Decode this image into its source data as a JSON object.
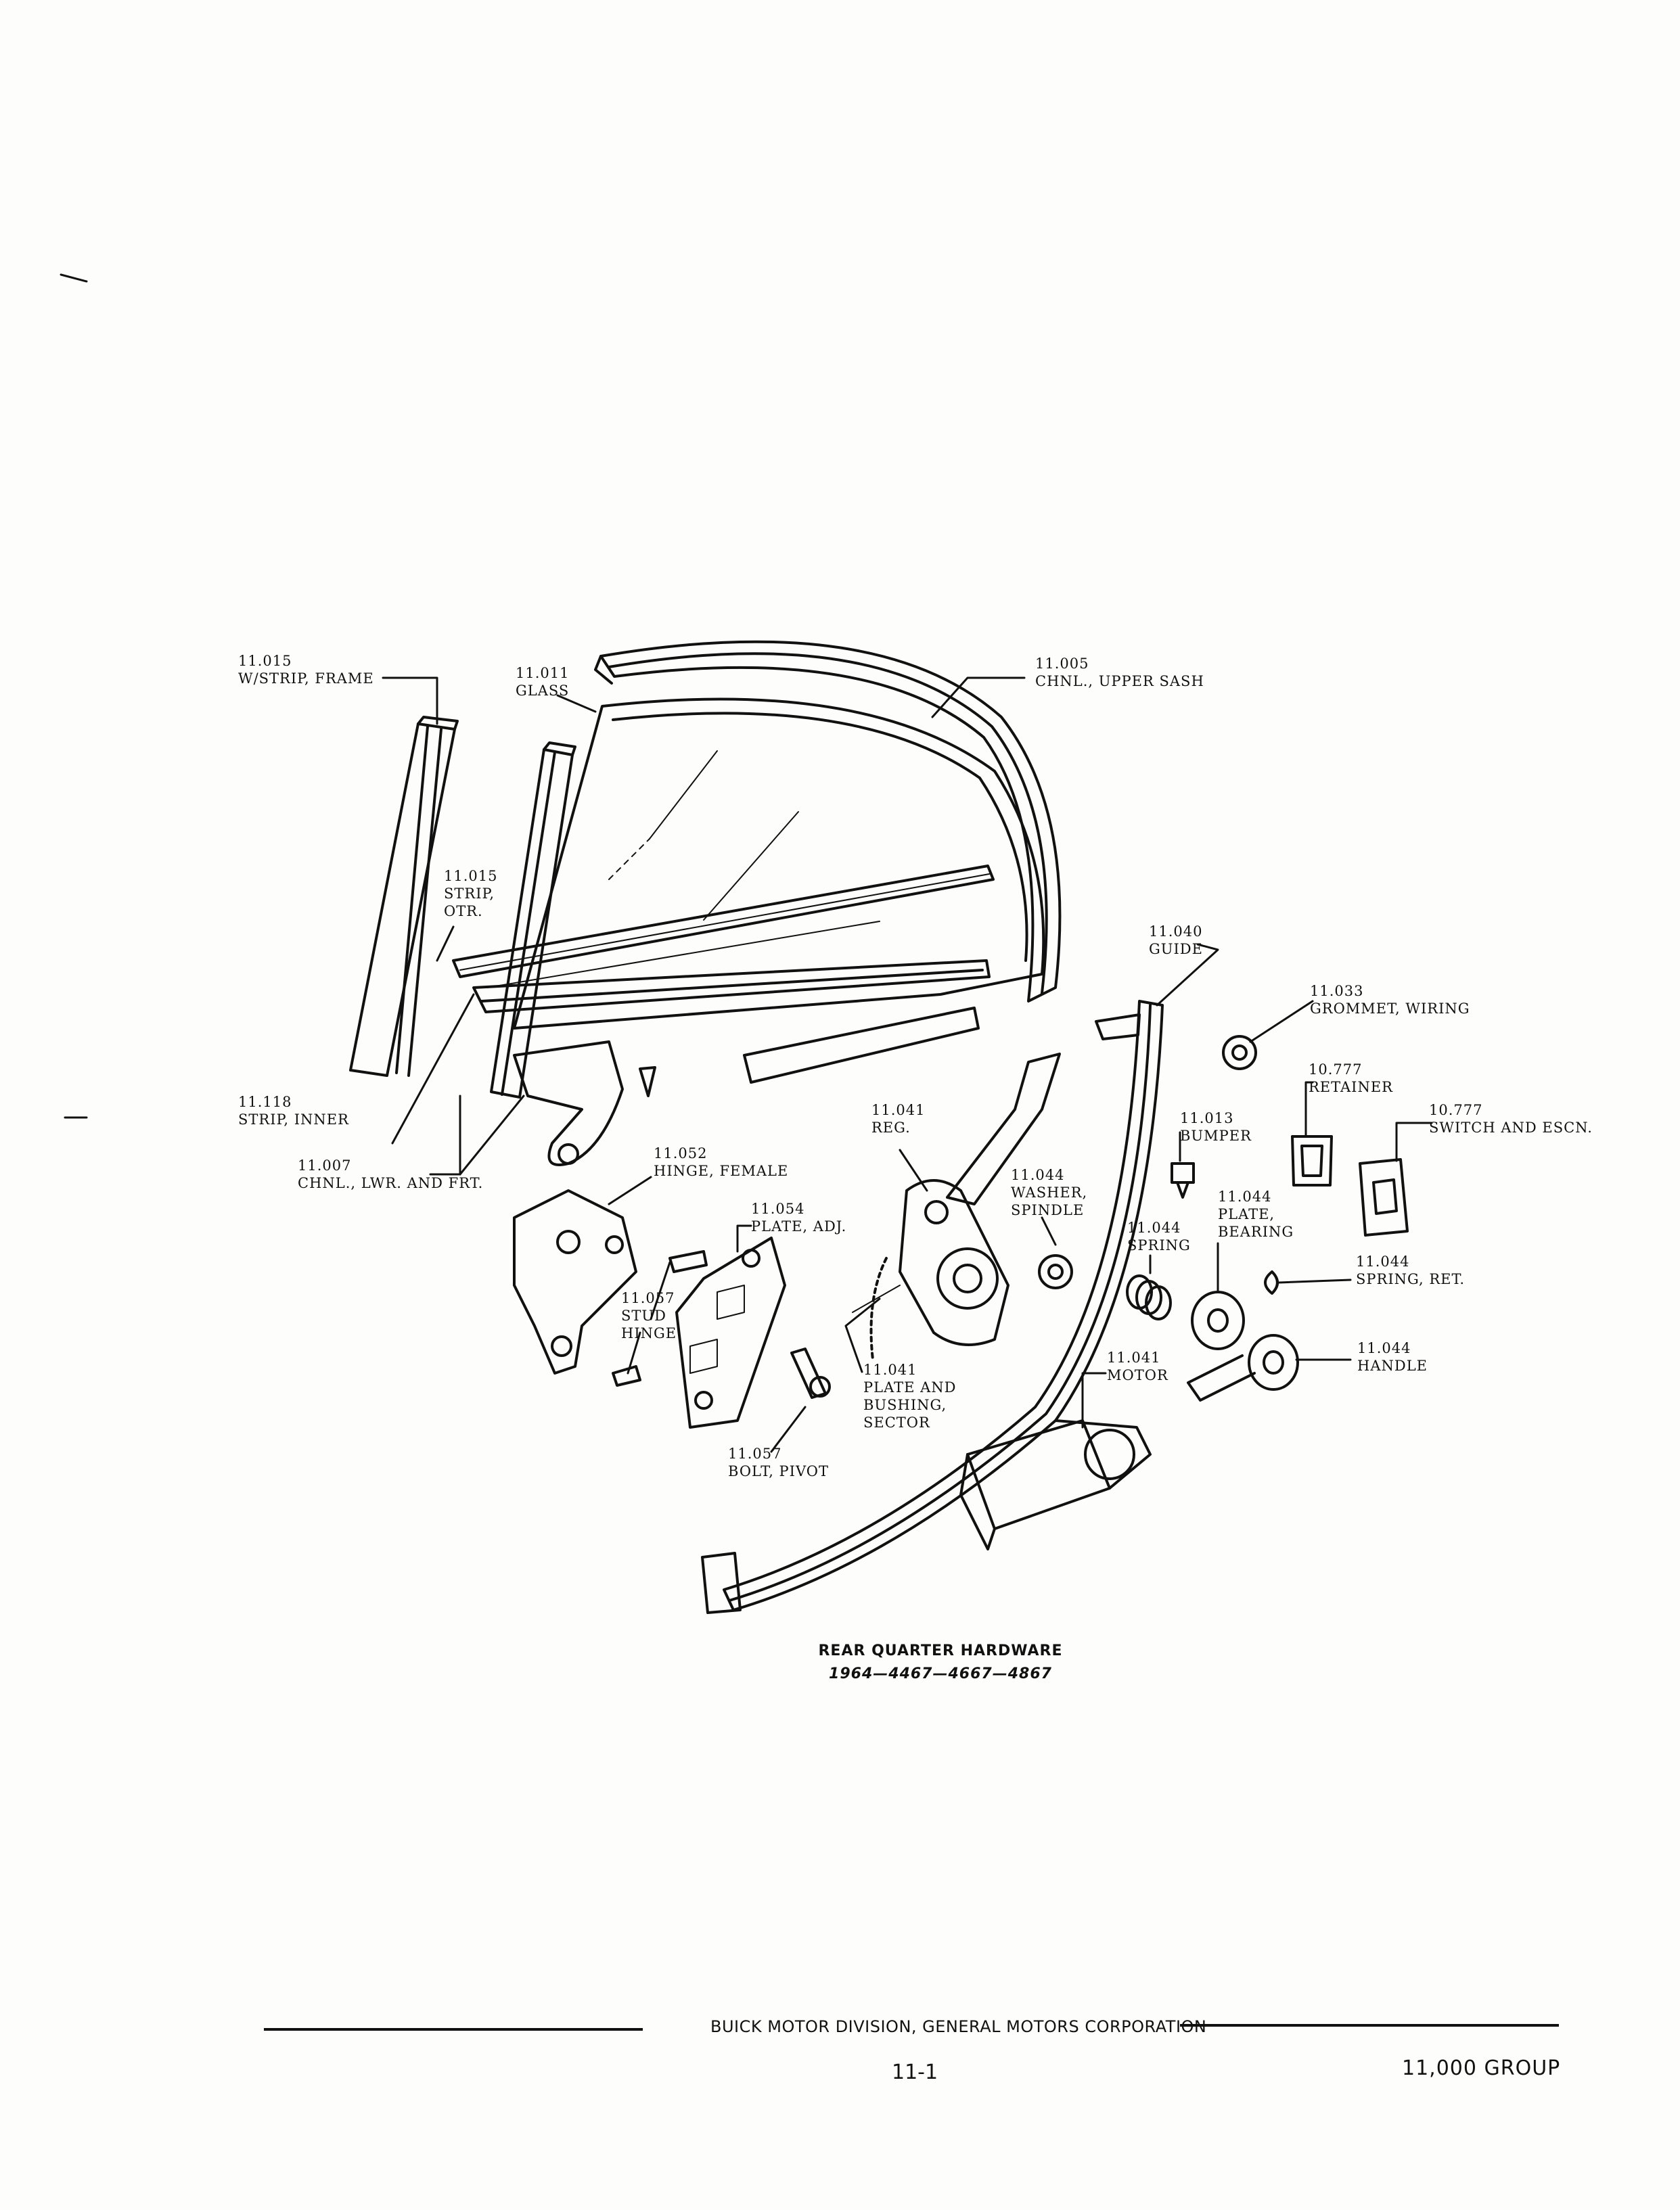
{
  "labels": {
    "w_strip_frame": {
      "num": "11.015",
      "name": "W/STRIP, FRAME"
    },
    "glass": {
      "num": "11.011",
      "name": "GLASS"
    },
    "chnl_upper_sash": {
      "num": "11.005",
      "name": "CHNL., UPPER SASH"
    },
    "strip_otr": {
      "num": "11.015",
      "l1": "STRIP,",
      "l2": "OTR."
    },
    "guide": {
      "num": "11.040",
      "name": "GUIDE"
    },
    "grommet_wiring": {
      "num": "11.033",
      "name": "GROMMET, WIRING"
    },
    "retainer": {
      "num": "10.777",
      "name": "RETAINER"
    },
    "switch_escn": {
      "num": "10.777",
      "name": "SWITCH AND ESCN."
    },
    "strip_inner": {
      "num": "11.118",
      "name": "STRIP, INNER"
    },
    "reg": {
      "num": "11.041",
      "name": "REG."
    },
    "bumper": {
      "num": "11.013",
      "name": "BUMPER"
    },
    "chnl_lwr_frt": {
      "num": "11.007",
      "name": "CHNL., LWR. AND FRT."
    },
    "hinge_female": {
      "num": "11.052",
      "name": "HINGE, FEMALE"
    },
    "washer_spindle": {
      "num": "11.044",
      "l1": "WASHER,",
      "l2": "SPINDLE"
    },
    "plate_bearing": {
      "num": "11.044",
      "l1": "PLATE,",
      "l2": "BEARING"
    },
    "plate_adj": {
      "num": "11.054",
      "name": "PLATE, ADJ."
    },
    "spring": {
      "num": "11.044",
      "name": "SPRING"
    },
    "spring_ret": {
      "num": "11.044",
      "name": "SPRING, RET."
    },
    "stud_hinge": {
      "num": "11.057",
      "l1": "STUD",
      "l2": "HINGE"
    },
    "plate_bushing_sector": {
      "num": "11.041",
      "l1": "PLATE AND",
      "l2": "BUSHING,",
      "l3": "SECTOR"
    },
    "motor": {
      "num": "11.041",
      "name": "MOTOR"
    },
    "handle": {
      "num": "11.044",
      "name": "HANDLE"
    },
    "bolt_pivot": {
      "num": "11.057",
      "name": "BOLT, PIVOT"
    }
  },
  "caption": {
    "title": "REAR QUARTER HARDWARE",
    "models": "1964—4467—4667—4867"
  },
  "footer": {
    "division": "BUICK MOTOR DIVISION, GENERAL MOTORS CORPORATION",
    "page_number": "11-1",
    "group": "11,000 GROUP"
  }
}
